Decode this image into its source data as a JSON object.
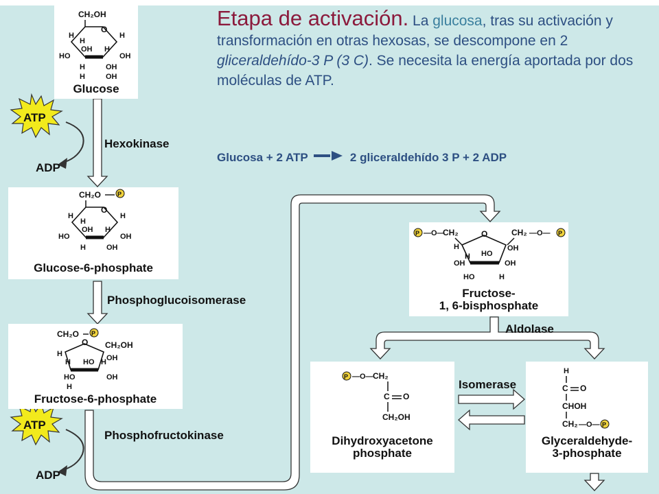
{
  "title": {
    "heading": "Etapa de activación.",
    "p1": " La ",
    "glucosa_word": "glucosa",
    "p2": ", tras su activación y transformación en otras hexosas, se descompone en 2 ",
    "italic_part": "gliceraldehído-3 P (3 C)",
    "p3": ". Se necesita la energía aportada por dos moléculas de ATP."
  },
  "equation": {
    "left": "Glucosa + 2 ATP",
    "right": "2 gliceraldehído 3 P + 2 ADP"
  },
  "molecules": {
    "glucose": "Glucose",
    "g6p": "Glucose-6-phosphate",
    "f6p": "Fructose-6-phosphate",
    "f16bp_line1": "Fructose-",
    "f16bp_line2": "1, 6-bisphosphate",
    "dhap_line1": "Dihydroxyacetone",
    "dhap_line2": "phosphate",
    "g3p_line1": "Glyceraldehyde-",
    "g3p_line2": "3-phosphate"
  },
  "enzymes": {
    "hexokinase": "Hexokinase",
    "phosphoglucoisomerase": "Phosphoglucoisomerase",
    "phosphofructokinase": "Phosphofructokinase",
    "aldolase": "Aldolase",
    "isomerase": "Isomerase"
  },
  "cofactors": {
    "atp": "ATP",
    "adp": "ADP"
  },
  "atoms": {
    "ch2oh": "CH₂OH",
    "ch2o": "CH₂O",
    "ch2": "CH₂",
    "o": "O",
    "h": "H",
    "oh": "OH",
    "ho": "HO",
    "p": "P",
    "dash_o": "—O—",
    "c": "C",
    "cho": "C═O",
    "choh": "CHOH"
  },
  "colors": {
    "background": "#cde8e8",
    "title_red": "#8b1a3c",
    "text_blue": "#2d4f82",
    "glucosa_teal": "#3a7f9e",
    "atp_star": "#f2ea1c"
  }
}
